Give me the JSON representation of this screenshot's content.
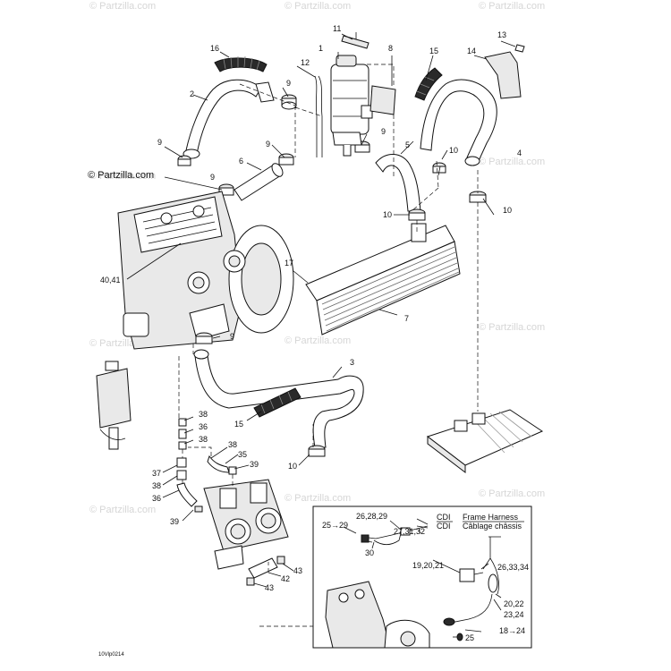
{
  "watermark": "© Partzilla.com",
  "figure_id": "10Vlp0214",
  "callouts": {
    "c1": "1",
    "c2": "2",
    "c3": "3",
    "c4": "4",
    "c5": "5",
    "c6": "6",
    "c7": "7",
    "c8": "8",
    "c9a": "9",
    "c9b": "9",
    "c9c": "9",
    "c9d": "9",
    "c9e": "9",
    "c9f": "9",
    "c10a": "10",
    "c10b": "10",
    "c10c": "10",
    "c10d": "10",
    "c11": "11",
    "c12": "12",
    "c13": "13",
    "c14": "14",
    "c15a": "15",
    "c15b": "15",
    "c16": "16",
    "c17": "17",
    "c4041": "40,41",
    "c38a": "38",
    "c36a": "36",
    "c38b": "38",
    "c38c": "38",
    "c35": "35",
    "c39a": "39",
    "c37": "37",
    "c38d": "38",
    "c36b": "36",
    "c39b": "39",
    "c43a": "43",
    "c42": "42",
    "c43b": "43"
  },
  "inset": {
    "cdi_1": "CDI",
    "cdi_2": "CDI",
    "frame_harness": "Frame Harness",
    "cablage": "Câblage châssis",
    "l_25_29": "25→29",
    "l_26_28_29": "26,28,29",
    "l_27_31_32": "27,31,32",
    "l_30": "30",
    "l_19_20_21": "19,20,21",
    "l_26_33_34": "26,33,34",
    "l_20_22": "20,22",
    "l_23_24": "23,24",
    "l_25": "25",
    "l_18_24": "18→24"
  }
}
